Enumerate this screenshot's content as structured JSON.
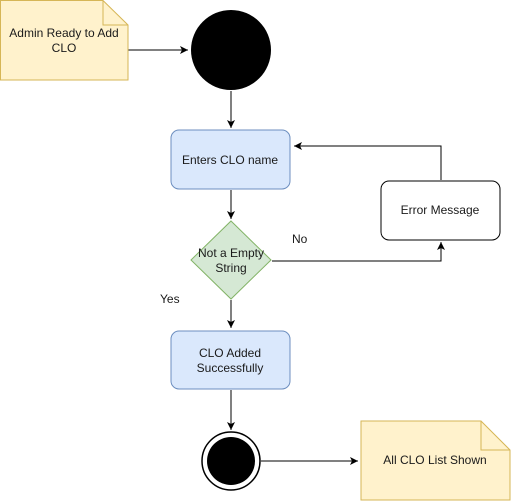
{
  "notes": {
    "start_note": [
      "Admin Ready to Add",
      "CLO"
    ],
    "end_note": "All CLO List Shown"
  },
  "activities": {
    "enter_name": "Enters CLO name",
    "added": [
      "CLO Added",
      "Successfully"
    ],
    "error": "Error Message"
  },
  "decision": {
    "text": [
      "Not a Empty",
      "String"
    ],
    "no_label": "No",
    "yes_label": "Yes"
  },
  "colors": {
    "note_fill": "#fff2cc",
    "note_stroke": "#d6b656",
    "activity_fill": "#dae8fc",
    "activity_stroke": "#6c8ebf",
    "decision_fill": "#d5e8d4",
    "decision_stroke": "#82b366",
    "line": "#000000"
  }
}
